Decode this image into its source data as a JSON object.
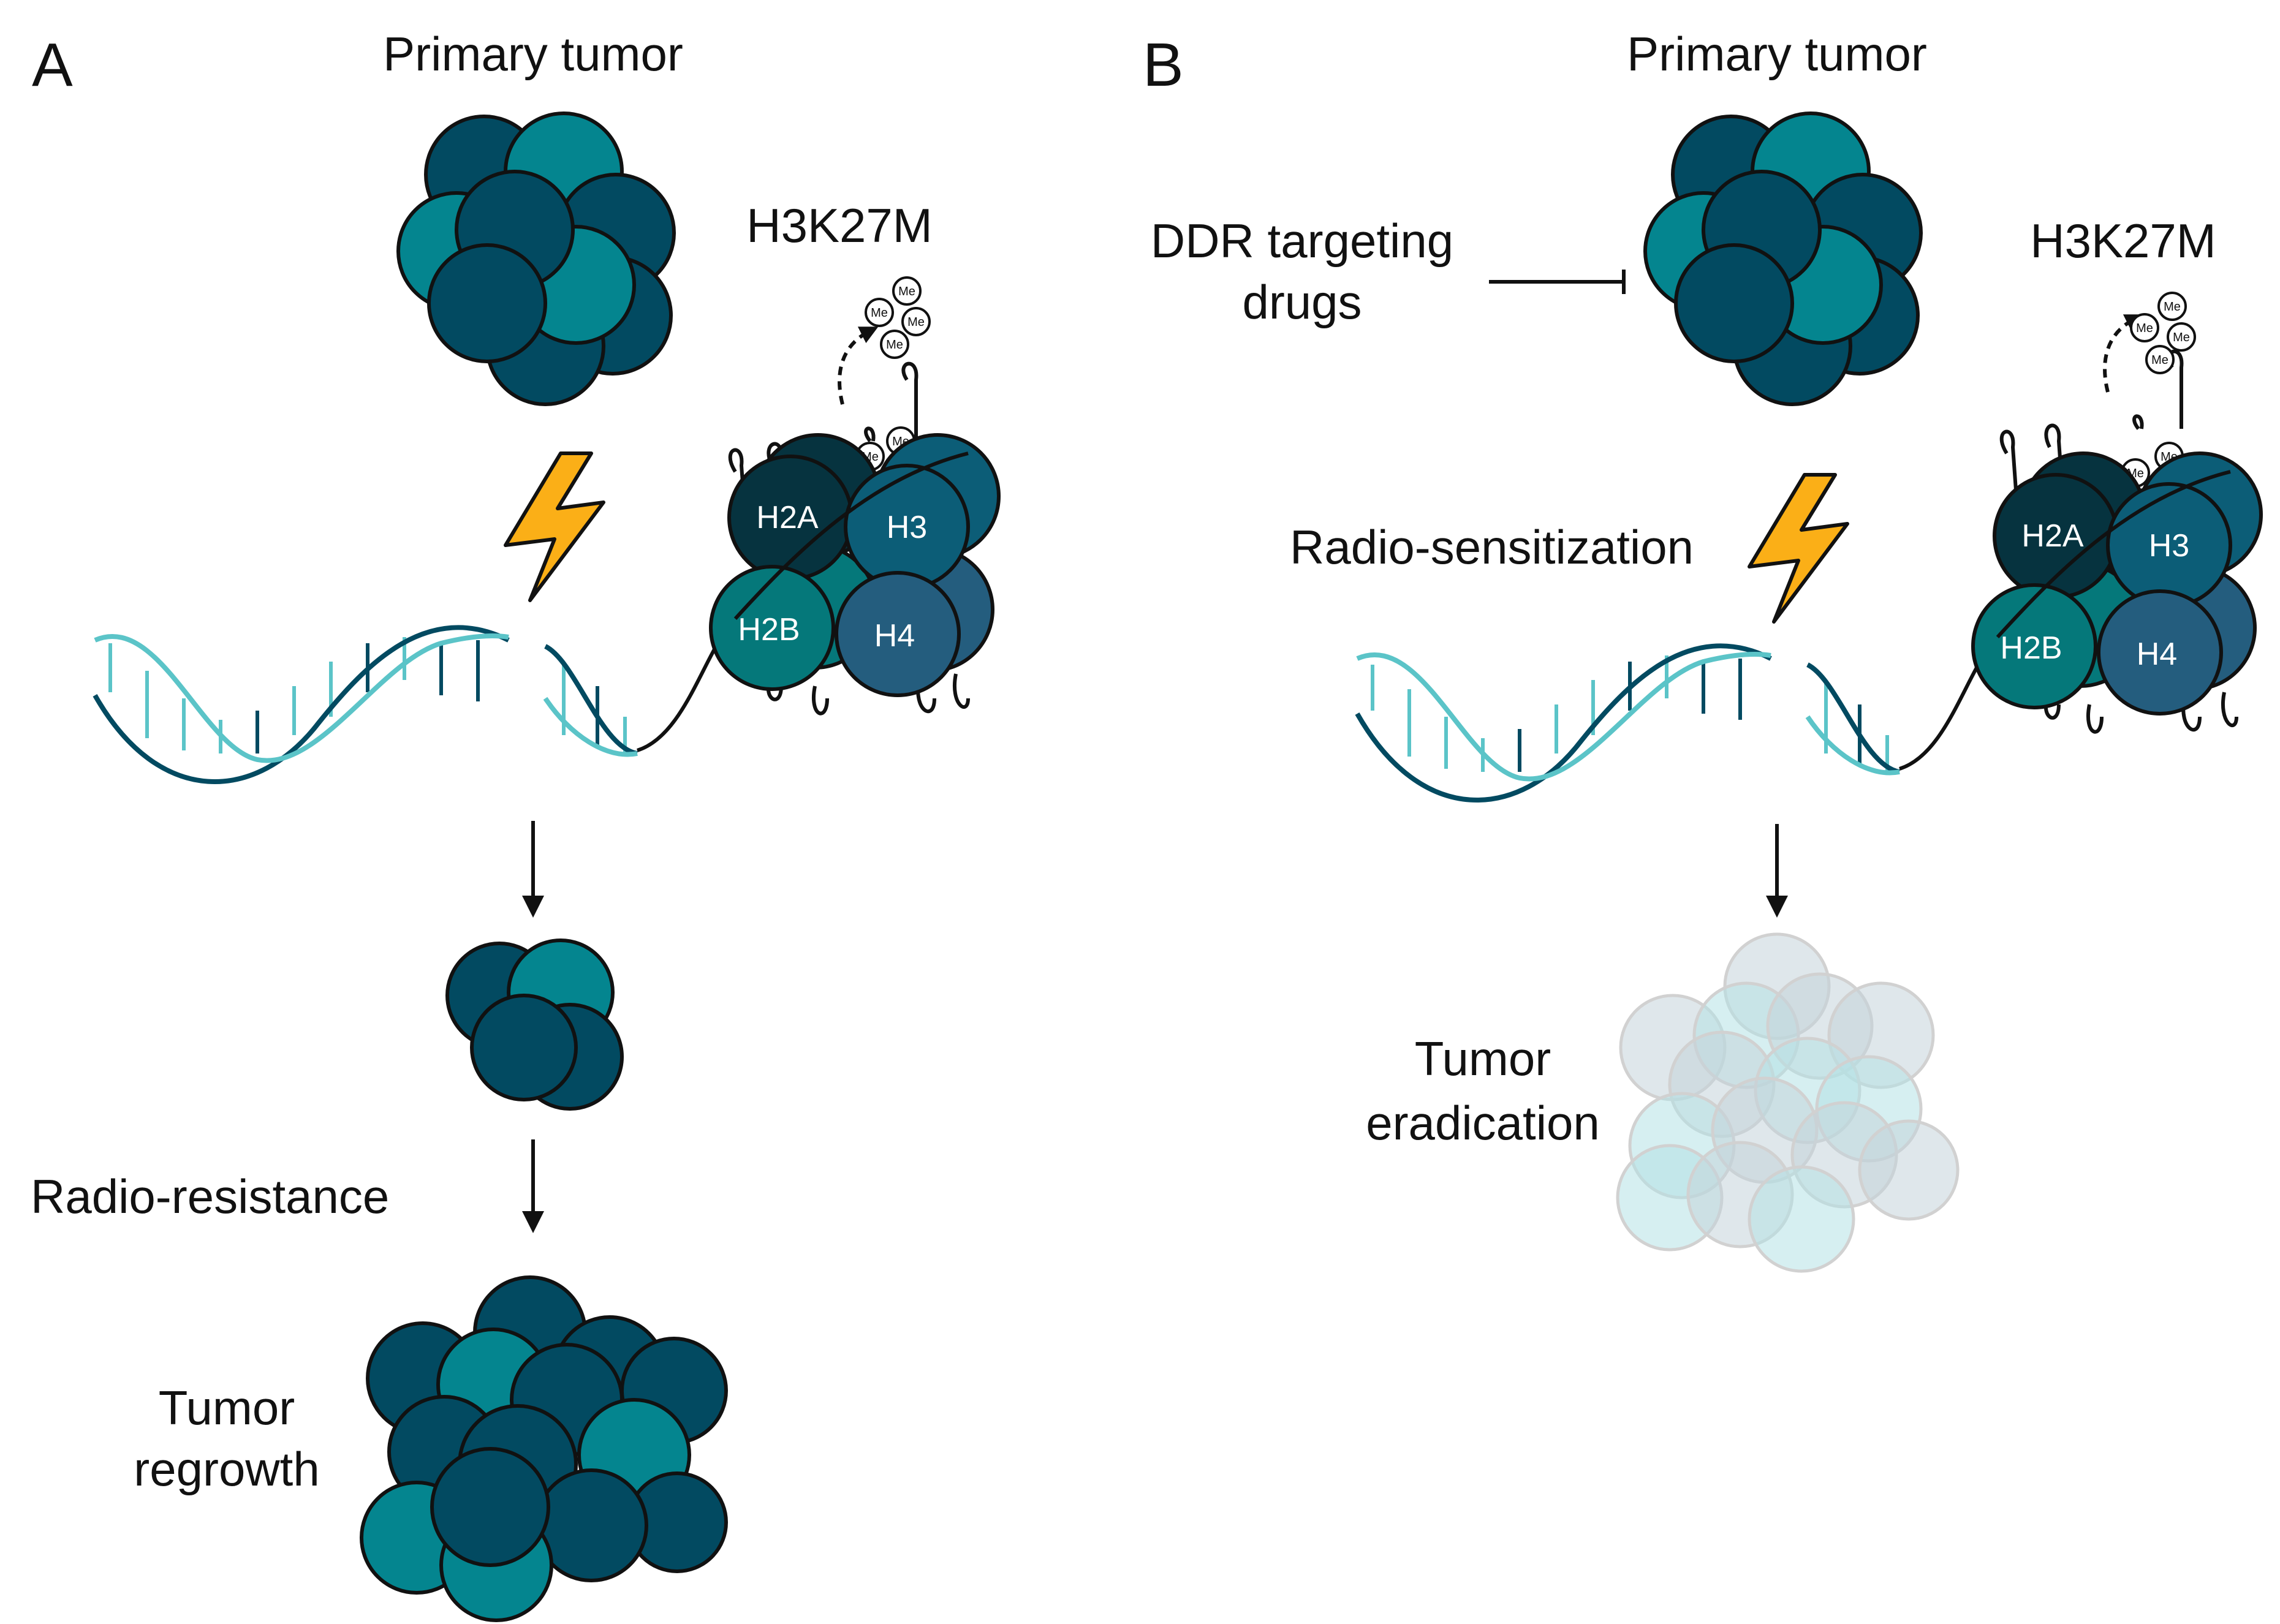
{
  "panel_a": {
    "letter": "A",
    "primary_tumor": "Primary tumor",
    "mutation": "H3K27M",
    "resistance": "Radio-resistance",
    "outcome_line1": "Tumor",
    "outcome_line2": "regrowth"
  },
  "panel_b": {
    "letter": "B",
    "primary_tumor": "Primary tumor",
    "mutation": "H3K27M",
    "drug_line1": "DDR targeting",
    "drug_line2": "drugs",
    "sensitization": "Radio-sensitization",
    "outcome_line1": "Tumor",
    "outcome_line2": "eradication"
  },
  "histones": {
    "h2a": "H2A",
    "h3": "H3",
    "h2b": "H2B",
    "h4": "H4"
  },
  "methyl_label": "Me",
  "colors": {
    "dark_teal": "#024a61",
    "mid_teal": "#04858f",
    "deep_navy": "#06333f",
    "teal_green": "#05787a",
    "steel_blue": "#245d7e",
    "h3_blue": "#0c5d77",
    "light_strand": "#5bc4c8",
    "lightning": "#fbaf17",
    "faded_gray": "#b9ccd3",
    "faded_aqua": "#a8dde0"
  }
}
